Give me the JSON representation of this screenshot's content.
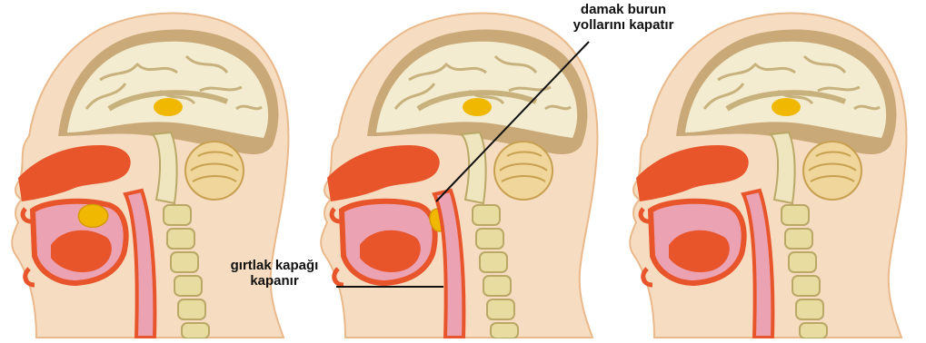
{
  "labels": {
    "palate": {
      "line1": "damak burun",
      "line2": "yollarını kapatır"
    },
    "epiglottis": {
      "line1": "gırtlak kapağı",
      "line2": "kapanır"
    }
  },
  "colors": {
    "skin": "#f6dcc0",
    "skin_edge": "#e9b98c",
    "skull": "#c9a977",
    "brain": "#f3ecd0",
    "brain_fold": "#c7b27e",
    "cerebellum": "#f0d69a",
    "muscle": "#e8552b",
    "cavity": "#eba3b4",
    "spine": "#e8dca0",
    "spine_edge": "#b9a866",
    "bolus": "#f0b800",
    "line": "#111111"
  }
}
